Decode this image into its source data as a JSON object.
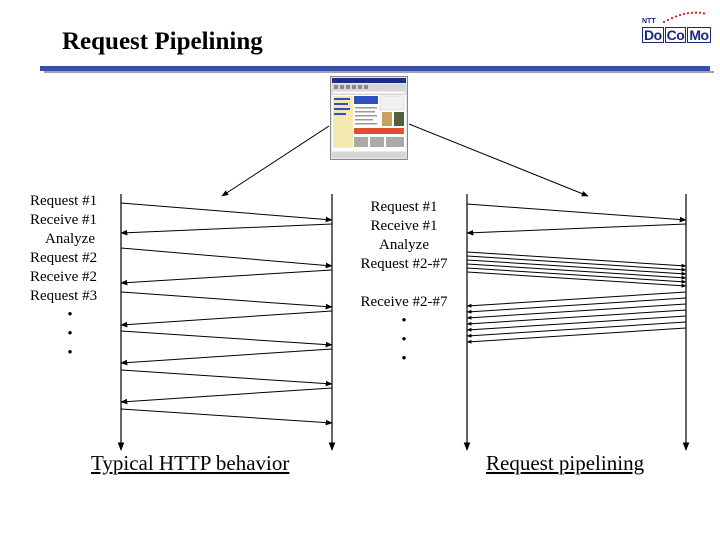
{
  "slide": {
    "title": "Request Pipelining",
    "logo_top": "NTT",
    "logo_brand": [
      "Do",
      "Co",
      "Mo"
    ],
    "logo_icon": "docomo-logo-icon",
    "browser_icon": "browser-window-icon"
  },
  "left_labels": [
    "Request #1",
    "Receive #1",
    "Analyze",
    "Request #2",
    "Receive #2",
    "Request #3",
    "•",
    "•",
    "•"
  ],
  "right_labels": [
    "Request #1",
    "Receive #1",
    "Analyze",
    "Request #2-#7",
    "",
    "Receive #2-#7",
    "•",
    "•",
    "•"
  ],
  "captions": {
    "left": "Typical HTTP behavior",
    "right": "Request pipelining"
  },
  "colors": {
    "rule": "#3a4fa6",
    "logo": "#1a2a7a",
    "logo_dots": "#d02020"
  }
}
